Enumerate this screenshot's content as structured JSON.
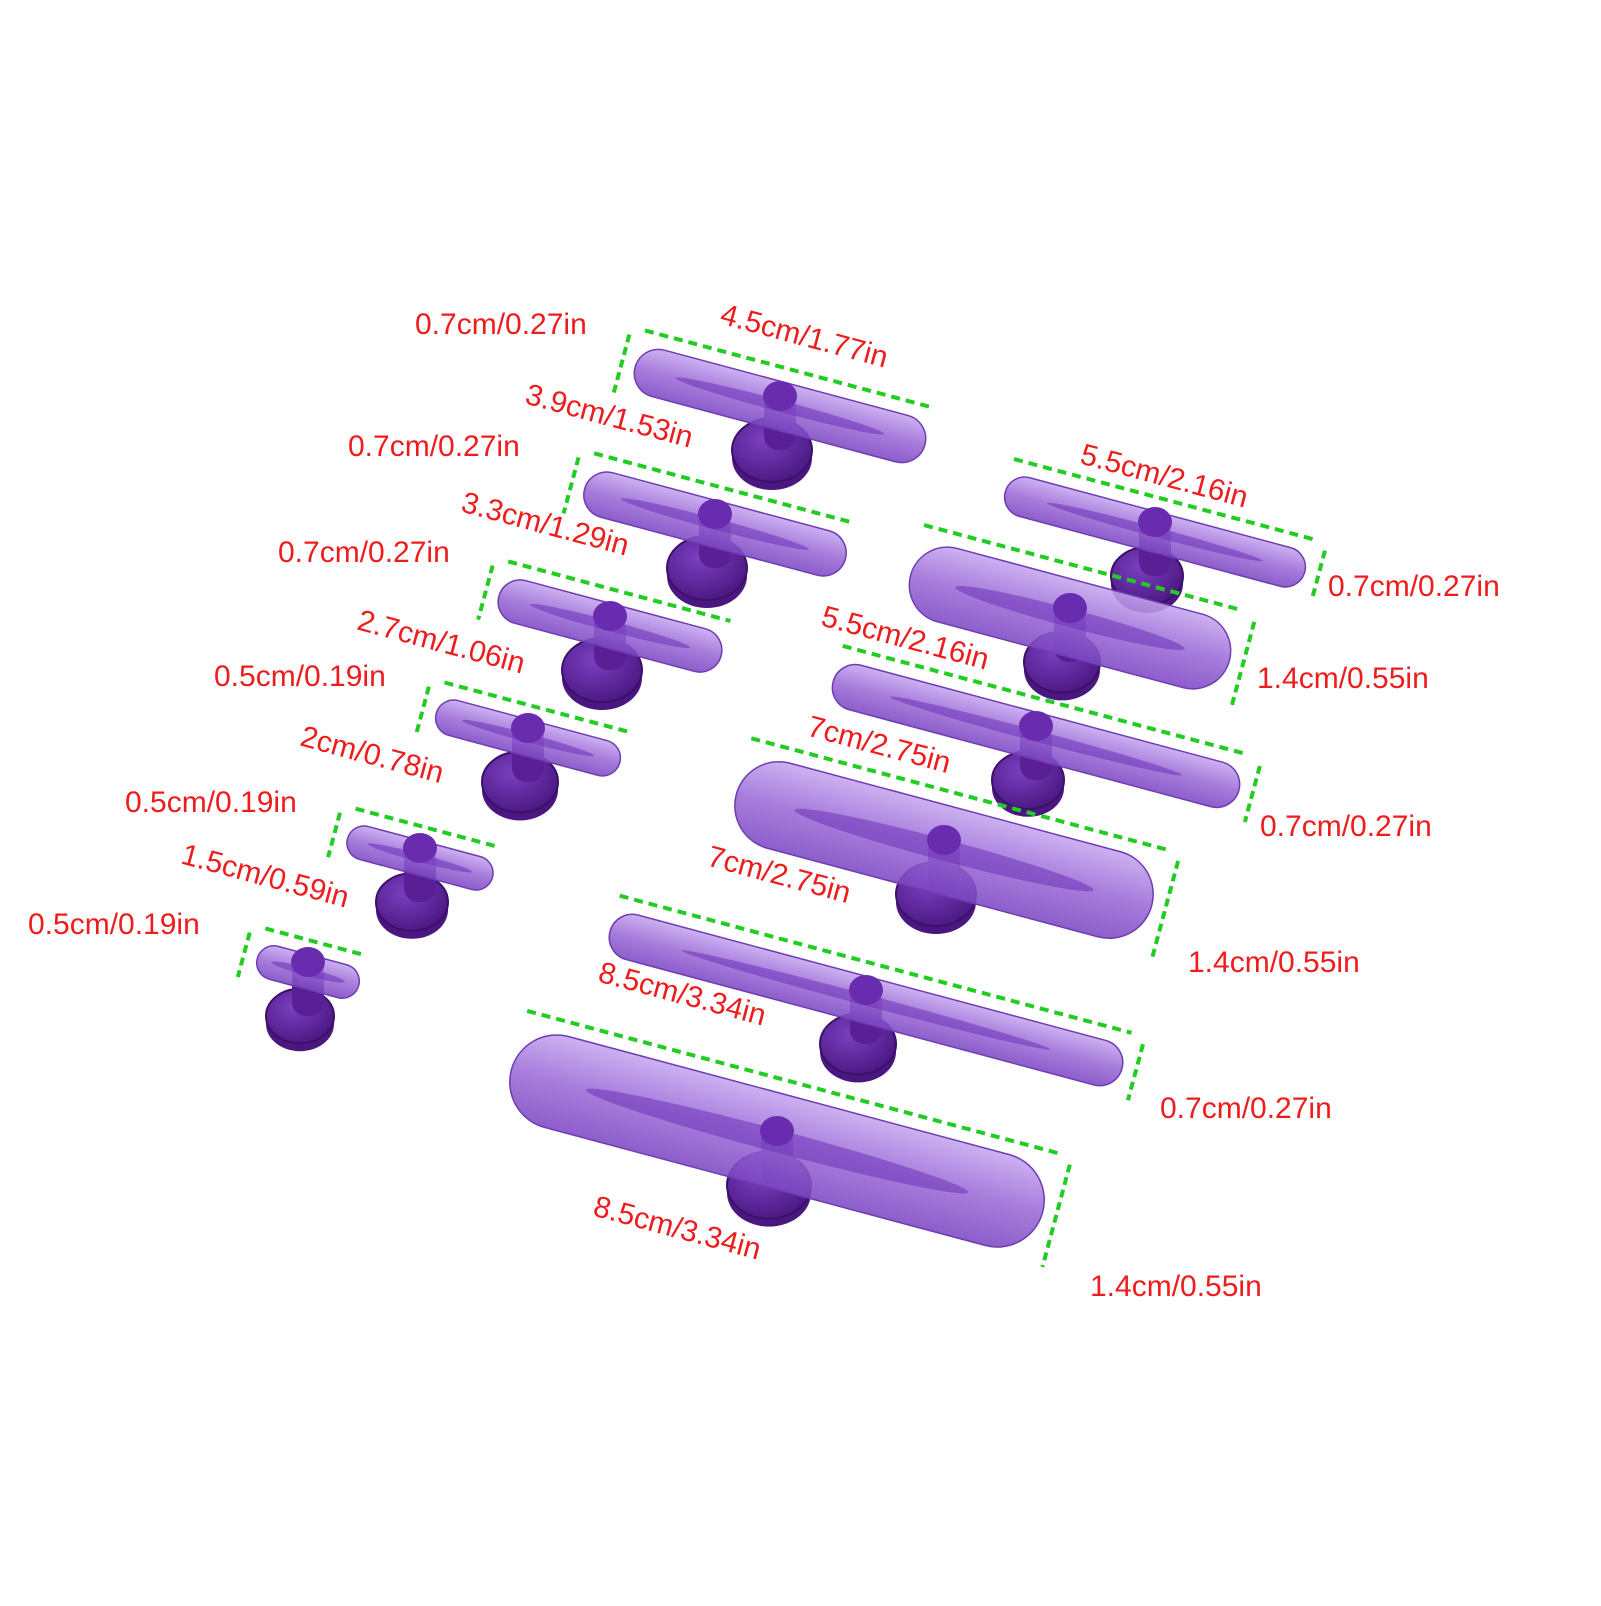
{
  "colors": {
    "background": "#ffffff",
    "label_text": "#ee1c1c",
    "dimension_line": "#22cc22",
    "tab_fill": "#9b6bd6",
    "tab_edge": "#6f3cb3",
    "stem": "#5a1f95",
    "base": "#4a1780"
  },
  "items": [
    {
      "name": "tab-4-5cm",
      "length_label": "4.5cm/1.77in",
      "width_label": "0.7cm/0.27in"
    },
    {
      "name": "tab-3-9cm",
      "length_label": "3.9cm/1.53in",
      "width_label": "0.7cm/0.27in"
    },
    {
      "name": "tab-3-3cm",
      "length_label": "3.3cm/1.29in",
      "width_label": "0.7cm/0.27in"
    },
    {
      "name": "tab-2-7cm",
      "length_label": "2.7cm/1.06in",
      "width_label": "0.5cm/0.19in"
    },
    {
      "name": "tab-2cm",
      "length_label": "2cm/0.78in",
      "width_label": "0.5cm/0.19in"
    },
    {
      "name": "tab-1-5cm",
      "length_label": "1.5cm/0.59in",
      "width_label": "0.5cm/0.19in"
    },
    {
      "name": "tab-5-5cm-narrow",
      "length_label": "5.5cm/2.16in",
      "width_label": "0.7cm/0.27in"
    },
    {
      "name": "tab-5-5cm-wide",
      "length_label": "5.5cm/2.16in",
      "width_label": "1.4cm/0.55in"
    },
    {
      "name": "tab-7cm-narrow",
      "length_label": "7cm/2.75in",
      "width_label": "0.7cm/0.27in"
    },
    {
      "name": "tab-7cm-wide",
      "length_label": "7cm/2.75in",
      "width_label": "1.4cm/0.55in"
    },
    {
      "name": "tab-8-5cm-narrow",
      "length_label": "8.5cm/3.34in",
      "width_label": "0.7cm/0.27in"
    },
    {
      "name": "tab-8-5cm-wide",
      "length_label": "8.5cm/3.34in",
      "width_label": "1.4cm/0.55in"
    }
  ]
}
